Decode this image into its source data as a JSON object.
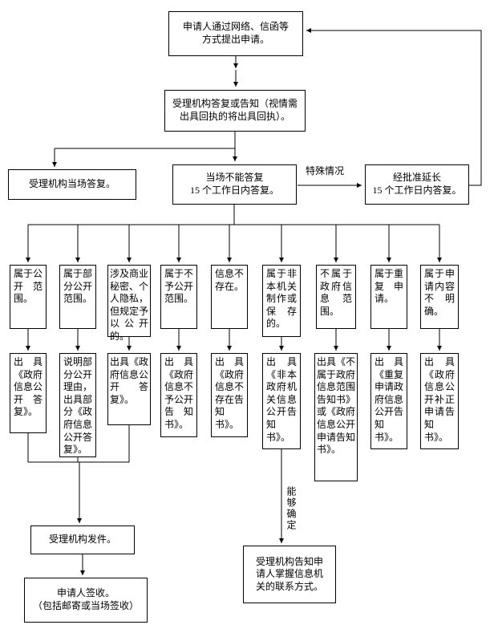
{
  "page": {
    "background": "#ffffff",
    "line_color": "#000000"
  },
  "nodes": {
    "apply": "申请人通过网络、信函等\n方式提出申请。",
    "notify": "受理机构答复或告知（视情需\n出具回执的将出具回执）。",
    "onsite_reply": "受理机构当场答复。",
    "cannot_reply": "当场不能答复\n15 个工作日内答复。",
    "extended_reply": "经批准延长\n15 个工作日内答复。",
    "cond_public": "属于公开范围。",
    "cond_partial": "属于部分公开范围。",
    "cond_secret": "涉及商业秘密、个人隐私，但规定予以公开的。",
    "cond_not_public": "属于不予公开范围。",
    "cond_not_exist": "信息不存在。",
    "cond_not_made": "属于非本机关制作或保存的。",
    "cond_not_gov": "不属于政府信息范围。",
    "cond_repeat": "属于重复申请。",
    "cond_unclear": "属于申请内容不明确。",
    "out_public": "出具《政府信息公开答复》。",
    "out_partial": "说明部分公开理由，出具部分《政府信息公开答复》。",
    "out_secret": "出具《政府信息公开答复》。",
    "out_not_public": "出具《政府信息不予公开告知书》。",
    "out_not_exist": "出具《政府信息不存在告知书》。",
    "out_not_made": "出具《非本政府机关信息公开告知书》。",
    "out_not_gov": "出具《不属于政府信息范围告知书》或《政府信息公开申请告知书》。",
    "out_repeat": "出具《重复申请政府信息公开告知书》。",
    "out_unclear": "出具《政府信息公开补正申请告知书》。",
    "send": "受理机构发件。",
    "sign": "申请人签收。\n（包括邮寄或当场签收）",
    "contact": "受理机构告知申\n请人掌握信息机\n关的联系方式。"
  },
  "labels": {
    "special_case": "特殊情况",
    "can_determine": "能够确定"
  }
}
